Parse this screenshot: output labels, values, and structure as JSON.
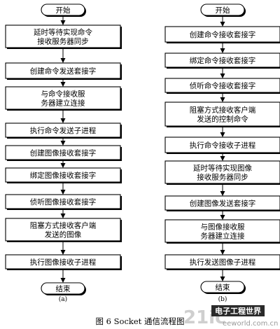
{
  "figure": {
    "caption": "图 6   Socket 通信流程图",
    "left_sublabel": "(a)",
    "right_sublabel": "(b)"
  },
  "left_flow": {
    "start": "开始",
    "steps": [
      [
        "延时等待实现命令",
        "接收服务器同步"
      ],
      [
        "创建命令发送套接字"
      ],
      [
        "与命令接收服",
        "务器建立连接"
      ],
      [
        "执行命令发送子进程"
      ],
      [
        "创建图像接收套接字"
      ],
      [
        "绑定图像接收套接字"
      ],
      [
        "侦听图像接收套接字"
      ],
      [
        "阻塞方式接收客户端",
        "发送的图像"
      ],
      [
        "执行图像接收子进程"
      ]
    ],
    "end": "结束"
  },
  "right_flow": {
    "start": "开始",
    "steps": [
      [
        "创建命令接收套接字"
      ],
      [
        "绑定命令接收套接字"
      ],
      [
        "侦听命令接收套接字"
      ],
      [
        "阻塞方式接收客户端",
        "发送的控制命令"
      ],
      [
        "执行命令接收子进程"
      ],
      [
        "延时等待实现图像",
        "接收服务器同步"
      ],
      [
        "创建图像发送套接字"
      ],
      [
        "与图像接收服",
        "务器建立连接"
      ],
      [
        "执行发送图像子进程"
      ]
    ],
    "end": "结束"
  },
  "watermark": {
    "big": "21ic",
    "badge": "电子工程世界",
    "url": "eeworld.com.cn"
  }
}
